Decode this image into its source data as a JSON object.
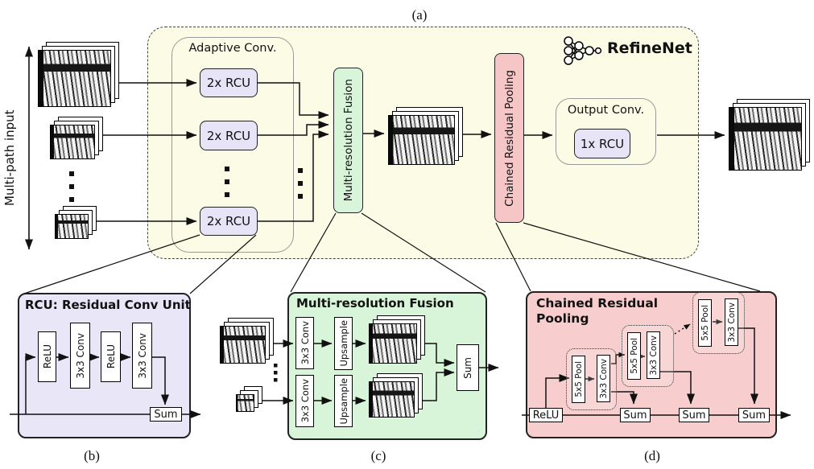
{
  "figure": {
    "panel_labels": {
      "a": "(a)",
      "b": "(b)",
      "c": "(c)",
      "d": "(d)"
    }
  },
  "panel_a": {
    "multipath_label": "Multi-path input",
    "brand": "RefineNet",
    "adaptive_conv_title": "Adaptive Conv.",
    "rcu_boxes": [
      "2x RCU",
      "2x RCU",
      "2x RCU"
    ],
    "fusion_label": "Multi-resolution Fusion",
    "crp_label": "Chained Residual Pooling",
    "output_conv_title": "Output Conv.",
    "output_rcu": "1x RCU"
  },
  "panel_b": {
    "title": "RCU: Residual Conv Unit",
    "blocks": [
      "ReLU",
      "3x3 Conv",
      "ReLU",
      "3x3 Conv"
    ],
    "sum": "Sum"
  },
  "panel_c": {
    "title": "Multi-resolution Fusion",
    "rows": [
      {
        "conv": "3x3 Conv",
        "upsample": "Upsample"
      },
      {
        "conv": "3x3 Conv",
        "upsample": "Upsample"
      }
    ],
    "sum": "Sum"
  },
  "panel_d": {
    "title": "Chained Residual Pooling",
    "relu": "ReLU",
    "groups": [
      {
        "pool": "5x5 Pool",
        "conv": "3x3 Conv"
      },
      {
        "pool": "5x5 Pool",
        "conv": "3x3 Conv"
      },
      {
        "pool": "5x5 Pool",
        "conv": "3x3 Conv"
      }
    ],
    "sums": [
      "Sum",
      "Sum",
      "Sum"
    ]
  },
  "colors": {
    "background": "#ffffff",
    "panel_a_fill": "#fbfbe6",
    "lavender": "#e7e4f8",
    "green": "#d9f5d9",
    "pink": "#f8cdcd",
    "line": "#111111"
  }
}
